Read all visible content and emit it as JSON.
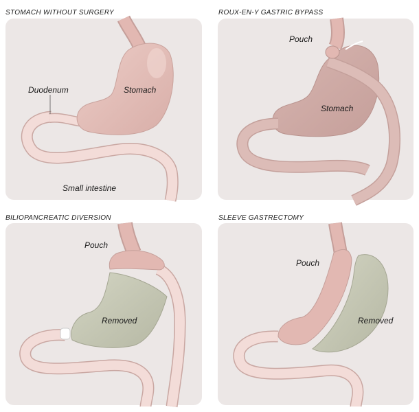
{
  "colors": {
    "panel_bg": "#ece7e6",
    "page_bg": "#ffffff",
    "stomach": "#e7c1bb",
    "stomach_shadow": "#d3a9a3",
    "stomach_dark_panel": "#cfaaa5",
    "intestine": "#efd3cf",
    "intestine_outline": "#c9a7a2",
    "removed": "#c6c8b5",
    "removed_outline": "#a4a692",
    "text": "#1a1a1a"
  },
  "panels": [
    {
      "title": "STOMACH WITHOUT SURGERY",
      "labels": {
        "duodenum": "Duodenum",
        "stomach": "Stomach",
        "small_intestine": "Small intestine"
      }
    },
    {
      "title": "ROUX-EN-Y GASTRIC BYPASS",
      "labels": {
        "pouch": "Pouch",
        "stomach": "Stomach"
      }
    },
    {
      "title": "BILIOPANCREATIC DIVERSION",
      "labels": {
        "pouch": "Pouch",
        "removed": "Removed"
      }
    },
    {
      "title": "SLEEVE GASTRECTOMY",
      "labels": {
        "pouch": "Pouch",
        "removed": "Removed"
      }
    }
  ]
}
